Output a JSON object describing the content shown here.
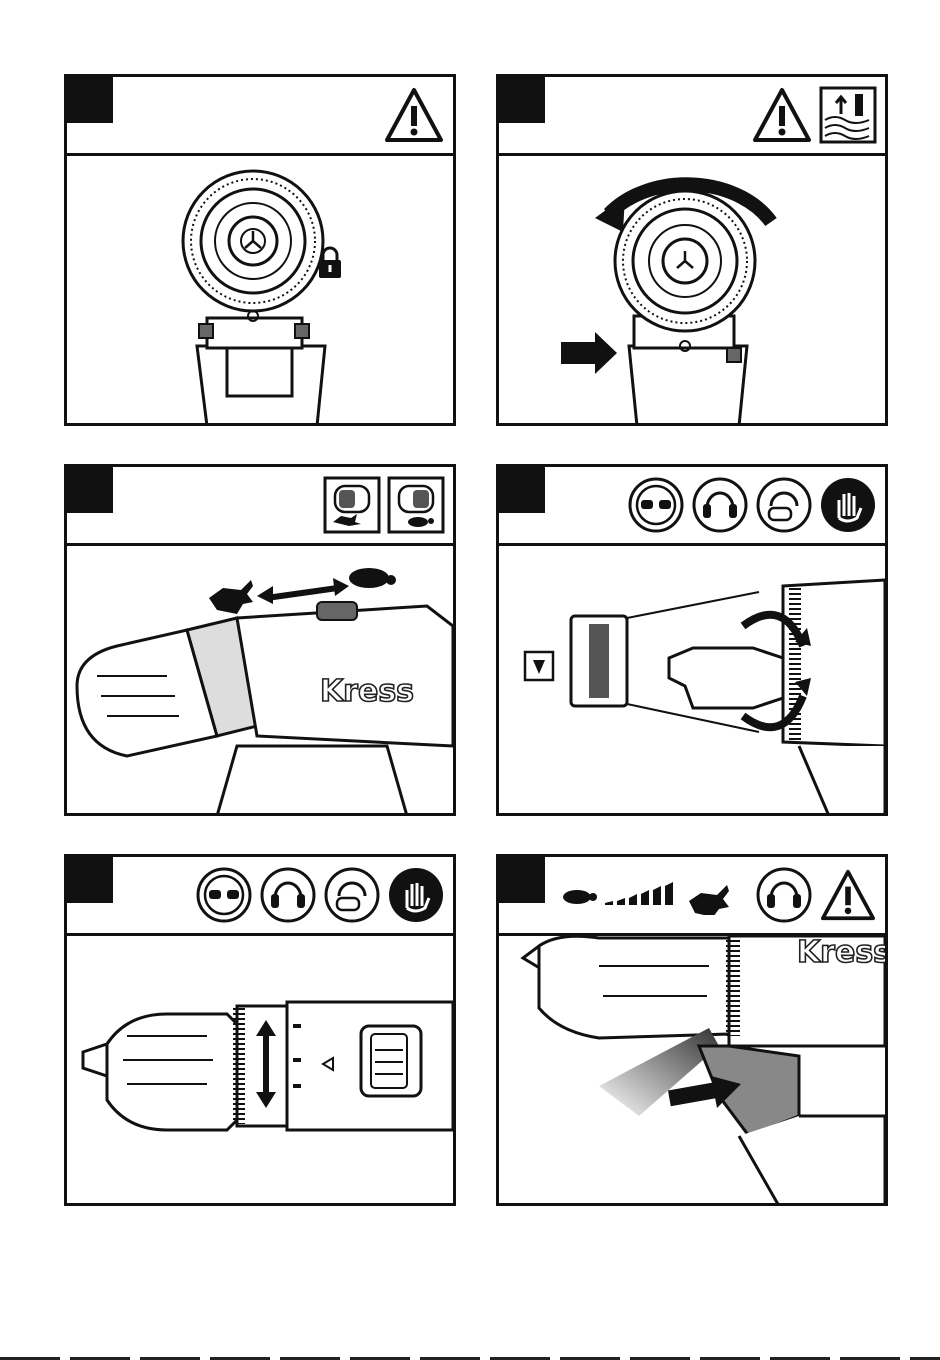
{
  "page": {
    "panels": [
      {
        "id": 1,
        "icons": [
          "warning-icon"
        ]
      },
      {
        "id": 2,
        "icons": [
          "warning-icon",
          "depth-gauge-icon"
        ]
      },
      {
        "id": 3,
        "icons": [
          "high-speed-setting-icon",
          "low-speed-setting-icon"
        ]
      },
      {
        "id": 4,
        "icons": [
          "eye-protection-icon",
          "ear-protection-icon",
          "dust-mask-icon",
          "gloves-icon"
        ]
      },
      {
        "id": 5,
        "icons": [
          "eye-protection-icon",
          "ear-protection-icon",
          "dust-mask-icon",
          "gloves-icon"
        ]
      },
      {
        "id": 6,
        "icons": [
          "variable-speed-icon",
          "ear-protection-icon",
          "warning-icon"
        ]
      }
    ],
    "brand_text": "Kress",
    "colors": {
      "ink": "#111111",
      "paper": "#ffffff",
      "shade": "#888888"
    }
  }
}
